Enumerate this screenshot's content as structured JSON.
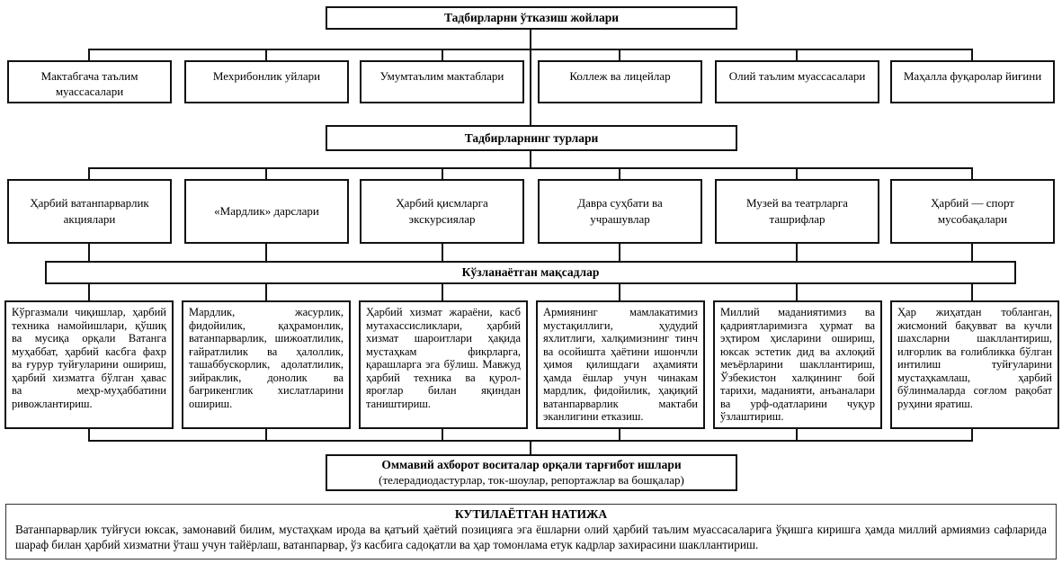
{
  "diagram": {
    "top_header": "Тадбирларни ўтказиш жойлари",
    "venues": [
      "Мактабгача таълим муассасалари",
      "Мехрибонлик уйлари",
      "Умумтаълим мактаблари",
      "Коллеж ва лицейлар",
      "Олий таълим муассасалари",
      "Маҳалла фуқаролар йиғини"
    ],
    "types_header": "Тадбирларнинг турлари",
    "event_types": [
      "Ҳарбий ватанпарварлик акциялари",
      "«Мардлик» дарслари",
      "Ҳарбий қисмларга экскурсиялар",
      "Давра суҳбати ва учрашувлар",
      "Музей ва театрларга ташрифлар",
      "Ҳарбий — спорт мусобақалари"
    ],
    "goals_header": "Кўзланаётган мақсадлар",
    "goals": [
      "Кўргазмали чиқишлар, ҳарбий техника намойишлари, қўшиқ ва мусиқа орқали Ватанга муҳаббат, ҳарбий касбга фахр ва ғурур туйғуларини ошириш, ҳарбий хизматга бўлган ҳавас ва меҳр-муҳаббатини ривожлантириш.",
      "Мардлик, жасурлик, фидойилик, қаҳрамонлик, ватанпарварлик, шижоатлилик, ғайратлилик ва ҳалоллик, ташаббускорлик, адолатлилик, зийраклик, донолик ва бағрикенглик хислатларини ошириш.",
      "Ҳарбий хизмат жараёни, касб мутахассисликлари, ҳарбий хизмат шароитлари ҳақида мустаҳкам фикрларга, қарашларга эга бўлиш. Мавжуд ҳарбий техника ва қурол-яроғлар билан яқиндан таништириш.",
      "Армиянинг мамлакатимиз мустақиллиги, ҳудудий яхлитлиги, халқимизнинг тинч ва осойишта ҳаётини ишончли ҳимоя қилишдаги аҳамияти ҳамда ёшлар учун чинакам мардлик, фидойилик, ҳақиқий ватанпарварлик мактаби эканлигини етказиш.",
      "Миллий маданиятимиз ва қадриятларимизга ҳурмат ва эҳтиром ҳисларини ошириш, юксак эстетик дид ва ахлоқий меъёрларини шакллантириш, Ўзбекистон халқининг бой тарихи, маданияти, анъаналари ва урф-одатларини чуқур ўзлаштириш.",
      "Ҳар жиҳатдан тобланган, жисмоний бақувват ва кучли шахсларни шакллантириш, илғорлик ва ғолибликка бўлган интилиш туйғуларини мустаҳкамлаш, ҳарбий бўлинмаларда соғлом рақобат руҳини яратиш."
    ],
    "media": {
      "title": "Оммавий ахборот воситалар орқали тарғибот ишлари",
      "subtitle": "(телерадиодастурлар, ток-шоулар, репортажлар ва бошқалар)"
    },
    "result": {
      "title": "КУТИЛАЁТГАН НАТИЖА",
      "text": "Ватанпарварлик туйғуси юксак, замонавий билим, мустаҳкам ирода ва қатъий ҳаётий позицияга эга ёшларни олий ҳарбий таълим муассасаларига ўқишга киришга ҳамда миллий армиямиз сафларида шараф билан ҳарбий хизматни ўташ учун тайёрлаш, ватанпарвар, ўз касбига садоқатли ва ҳар томонлама етук кадрлар захирасини шакллантириш."
    },
    "colors": {
      "line": "#111111",
      "text": "#000000",
      "background": "#ffffff"
    }
  }
}
